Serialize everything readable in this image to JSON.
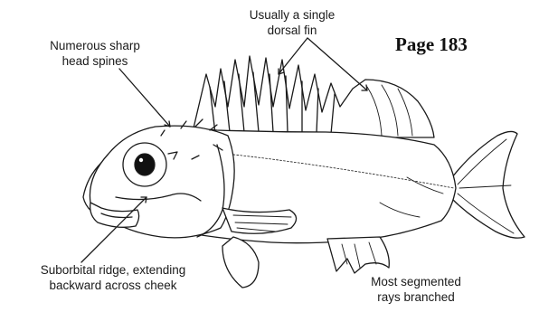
{
  "page_label": "Page 183",
  "callouts": {
    "head_spines": "Numerous sharp\nhead spines",
    "dorsal_fin": "Usually a single\ndorsal fin",
    "suborbital_ridge": "Suborbital ridge, extending\nbackward across cheek",
    "segmented_rays": "Most segmented\nrays branched"
  }
}
